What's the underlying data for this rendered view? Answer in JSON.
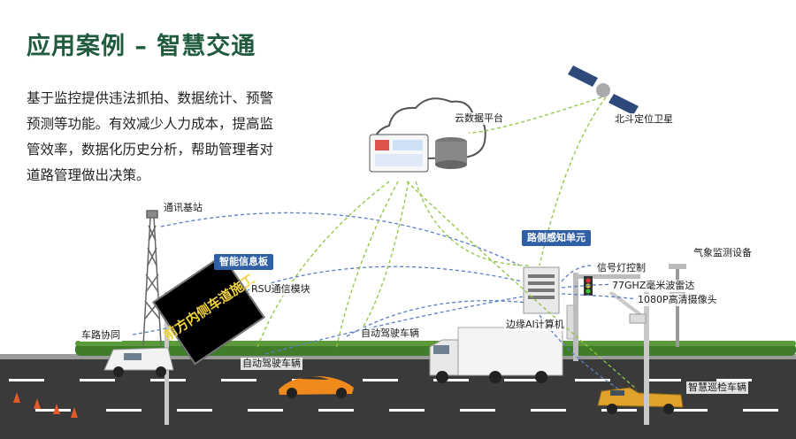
{
  "title": "应用案例 – 智慧交通",
  "description": [
    "基于监控提供违法抓拍、数据统计、预警",
    "预测等功能。有效减少人力成本，提高监",
    "管效率，数据化历史分析，帮助管理者对",
    "道路管理做出决策。"
  ],
  "labels": {
    "cloud": "云数据平台",
    "satellite": "北斗定位卫星",
    "base_station": "通讯基站",
    "smart_board": "智能信息板",
    "rsu": "RSU通信模块",
    "v2x": "车路协同",
    "auto_car_1": "自动驾驶车辆",
    "auto_car_2": "自动驾驶车辆",
    "roadside_unit": "路侧感知单元",
    "signal": "信号灯控制",
    "radar": "77GHZ毫米波雷达",
    "camera": "1080P高清摄像头",
    "weather": "气象监测设备",
    "edge_ai": "边缘AI计算机",
    "patrol": "智慧巡检车辆"
  },
  "sign_text": "前方内侧车道施工",
  "colors": {
    "title": "#1f5b3c",
    "badge": "#2f5fa6",
    "arrow_blue": "#5b7fc2",
    "arrow_green": "#8fc43b",
    "road": "#3a3a3a",
    "hedge": "#3f7d2a"
  }
}
